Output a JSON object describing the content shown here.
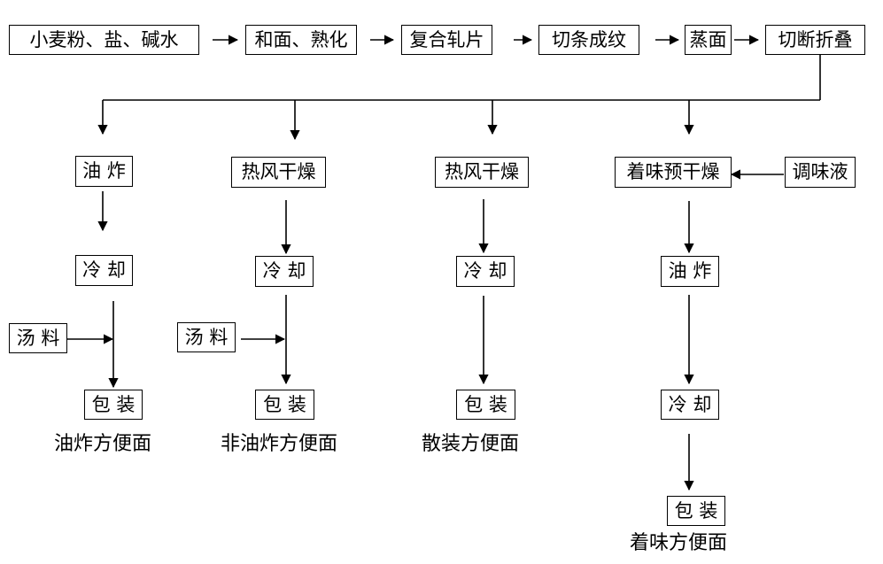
{
  "top_row": {
    "raw": "小麦粉、盐、碱水",
    "knead": "和面、熟化",
    "roll": "复合轧片",
    "cut": "切条成纹",
    "steam": "蒸面",
    "fold": "切断折叠"
  },
  "fried": {
    "fry": "油  炸",
    "cool": "冷  却",
    "soup": "汤  料",
    "pack": "包  装",
    "product": "油炸方便面"
  },
  "nonfried": {
    "dry": "热风干燥",
    "cool": "冷  却",
    "soup": "汤  料",
    "pack": "包  装",
    "product": "非油炸方便面"
  },
  "bulk": {
    "dry": "热风干燥",
    "cool": "冷  却",
    "pack": "包  装",
    "product": "散装方便面"
  },
  "flavored": {
    "predry": "着味预干燥",
    "seasoning": "调味液",
    "fry": "油  炸",
    "cool": "冷  却",
    "pack": "包  装",
    "product": "着味方便面"
  }
}
